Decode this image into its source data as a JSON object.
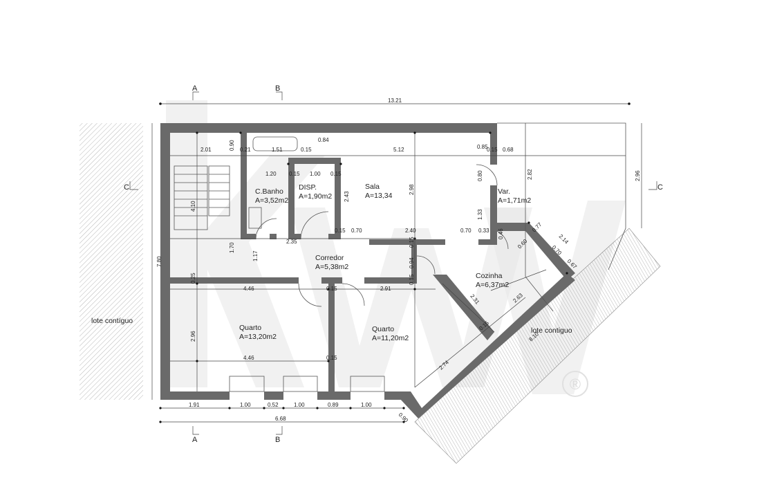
{
  "sections": {
    "a": "A",
    "b": "B",
    "c": "C"
  },
  "rooms": [
    {
      "name": "C.Banho",
      "area": "A=3,52m2"
    },
    {
      "name": "DISP.",
      "area": "A=1,90m2"
    },
    {
      "name": "Sala",
      "area": "A=13,34"
    },
    {
      "name": "Var.",
      "area": "A=1,71m2"
    },
    {
      "name": "Corredor",
      "area": "A=5,38m2"
    },
    {
      "name": "Cozinha",
      "area": "A=6,37m2"
    },
    {
      "name": "Quarto",
      "area": "A=13,20m2"
    },
    {
      "name": "Quarto",
      "area": "A=11,20m2"
    }
  ],
  "labels": {
    "lot_left": "lote contíguo",
    "lot_right": "lote contiguo",
    "trademark": "®"
  },
  "dimensions": {
    "overall_top": "13.21",
    "overall_left": "7.80",
    "overall_right": "2.96",
    "bottom_total": "6.68",
    "bottom_chain": [
      "1.91",
      "1.00",
      "0.52",
      "1.00",
      "0.89",
      "1.00"
    ],
    "bottom_diag": "0.90",
    "top_row": [
      "2.01",
      "0.21",
      "1.51",
      "0.15",
      "0.84",
      "5.12",
      "0.85",
      "0.15",
      "0.68"
    ],
    "stair_h": "0.90",
    "stair_v": "4.10",
    "bath_row": [
      "1.20",
      "0.15",
      "1.00",
      "0.15"
    ],
    "disp_v": "2.43",
    "sala_v": "2.98",
    "var_v1": "0.80",
    "var_v2": "1.33",
    "var_v3": "2.82",
    "mid_row": [
      "0.15",
      "0.70",
      "2.40",
      "0.70",
      "0.33"
    ],
    "corr_h": "2.35",
    "corr_v1": "1.70",
    "corr_v2": "1.17",
    "kitchen_v1": "0.46",
    "kitchen_diag": [
      "0.77",
      "2.14",
      "0.60",
      "0.70",
      "0.67"
    ],
    "sala_small": "0.15",
    "corr_v3": "0.94",
    "wall_row": [
      "0.25",
      "4.46",
      "0.15",
      "2.91",
      "0.15"
    ],
    "kitchen_diag2": [
      "2.31",
      "2.63"
    ],
    "quarto_v": "2.96",
    "quarto_row": [
      "4.46",
      "0.15"
    ],
    "diag_long": "2.74",
    "diag_small": "0.15",
    "lot_diag": "8.10"
  }
}
